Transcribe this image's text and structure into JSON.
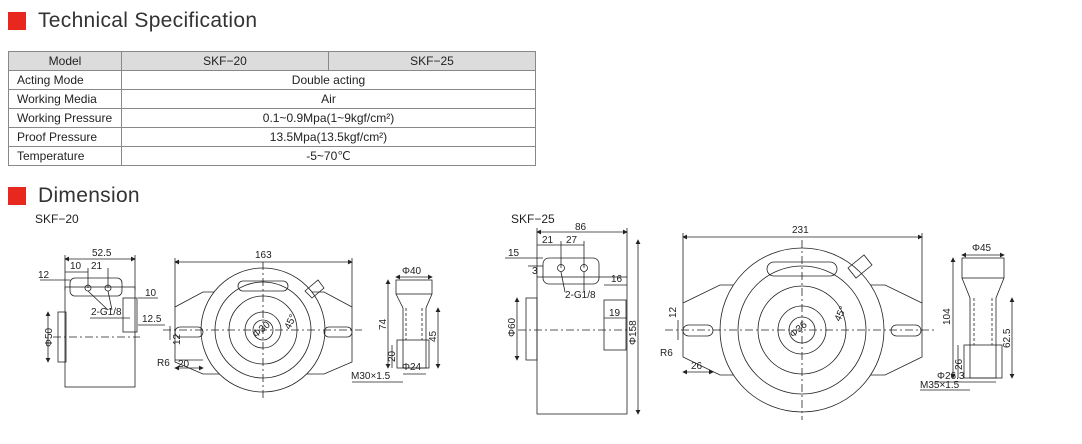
{
  "technical_specification": {
    "title": "Technical Specification",
    "table": {
      "header": [
        "Model",
        "SKF−20",
        "SKF−25"
      ],
      "rows": [
        {
          "label": "Acting Mode",
          "value": "Double acting"
        },
        {
          "label": "Working Media",
          "value": "Air"
        },
        {
          "label": "Working Pressure",
          "value": "0.1~0.9Mpa(1~9kgf/cm²)"
        },
        {
          "label": "Proof Pressure",
          "value": "13.5Mpa(13.5kgf/cm²)"
        },
        {
          "label": "Temperature",
          "value": "-5~70℃"
        }
      ]
    }
  },
  "dimension": {
    "title": "Dimension",
    "skf20": {
      "label": "SKF−20",
      "side": {
        "d1": "52.5",
        "d2": "10",
        "d3": "21",
        "d4": "12",
        "d5": "10",
        "d6": "12.5",
        "port": "2-G1/8",
        "dia": "Φ50"
      },
      "front": {
        "width": "163",
        "bore": "Φ30",
        "angle": "45°",
        "slot_h": "12",
        "radius": "R6",
        "slot_w": "20"
      },
      "piston": {
        "top": "Φ40",
        "h": "74",
        "h2": "45",
        "h3": "20",
        "bot": "Φ24",
        "thread": "M30×1.5"
      }
    },
    "skf25": {
      "label": "SKF−25",
      "side": {
        "d1": "86",
        "d2": "21",
        "d3": "27",
        "d4": "15",
        "d5": "3",
        "d6": "16",
        "d7": "19",
        "port": "2-G1/8",
        "dia": "Φ60",
        "height": "Φ158"
      },
      "front": {
        "width": "231",
        "bore": "Φ36",
        "angle": "45°",
        "slot_h": "12",
        "radius": "R6",
        "slot_w": "26"
      },
      "piston": {
        "top": "Φ45",
        "h": "104",
        "h2": "62.5",
        "h3": "26",
        "bot": "Φ26.3",
        "thread": "M35×1.5"
      }
    }
  }
}
